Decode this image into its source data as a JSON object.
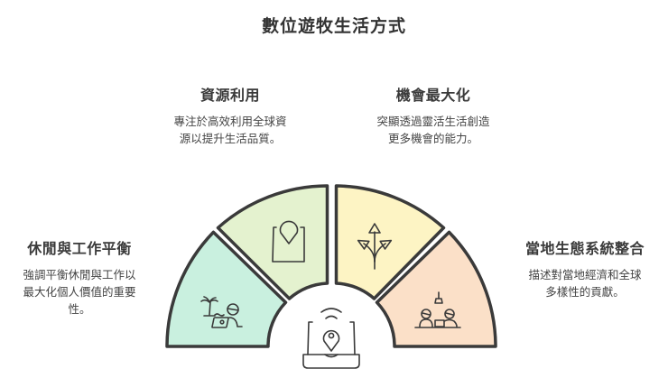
{
  "title": "數位遊牧生活方式",
  "center": {
    "icon": "laptop-location-icon"
  },
  "segments": [
    {
      "id": "leisure",
      "heading": "休閒與工作平衡",
      "description": "強調平衡休閒與工作以最大化個人價值的重要性。",
      "lines": [
        "強調平衡休閒與工作以",
        "最大化個人價值的重要",
        "性。"
      ],
      "color": "#c9f0df",
      "icon": "beach-remote-work-icon"
    },
    {
      "id": "resource",
      "heading": "資源利用",
      "description": "專注於高效利用全球資源以提升生活品質。",
      "lines": [
        "專注於高效利用全球資",
        "源以提升生活品質。"
      ],
      "color": "#e4f2cf",
      "icon": "map-pin-bag-icon"
    },
    {
      "id": "opportunity",
      "heading": "機會最大化",
      "description": "突顯透過靈活生活創造更多機會的能力。",
      "lines": [
        "突顯透過靈活生活創造",
        "更多機會的能力。"
      ],
      "color": "#fdf4c4",
      "icon": "branching-arrows-icon"
    },
    {
      "id": "local",
      "heading": "當地生態系統整合",
      "description": "描述對當地經濟和全球多樣性的貢獻。",
      "lines": [
        "描述對當地經濟和全球",
        "多樣性的貢獻。"
      ],
      "color": "#fbe0c8",
      "icon": "coworking-people-icon"
    }
  ],
  "stroke_color": "#3a3a3a"
}
